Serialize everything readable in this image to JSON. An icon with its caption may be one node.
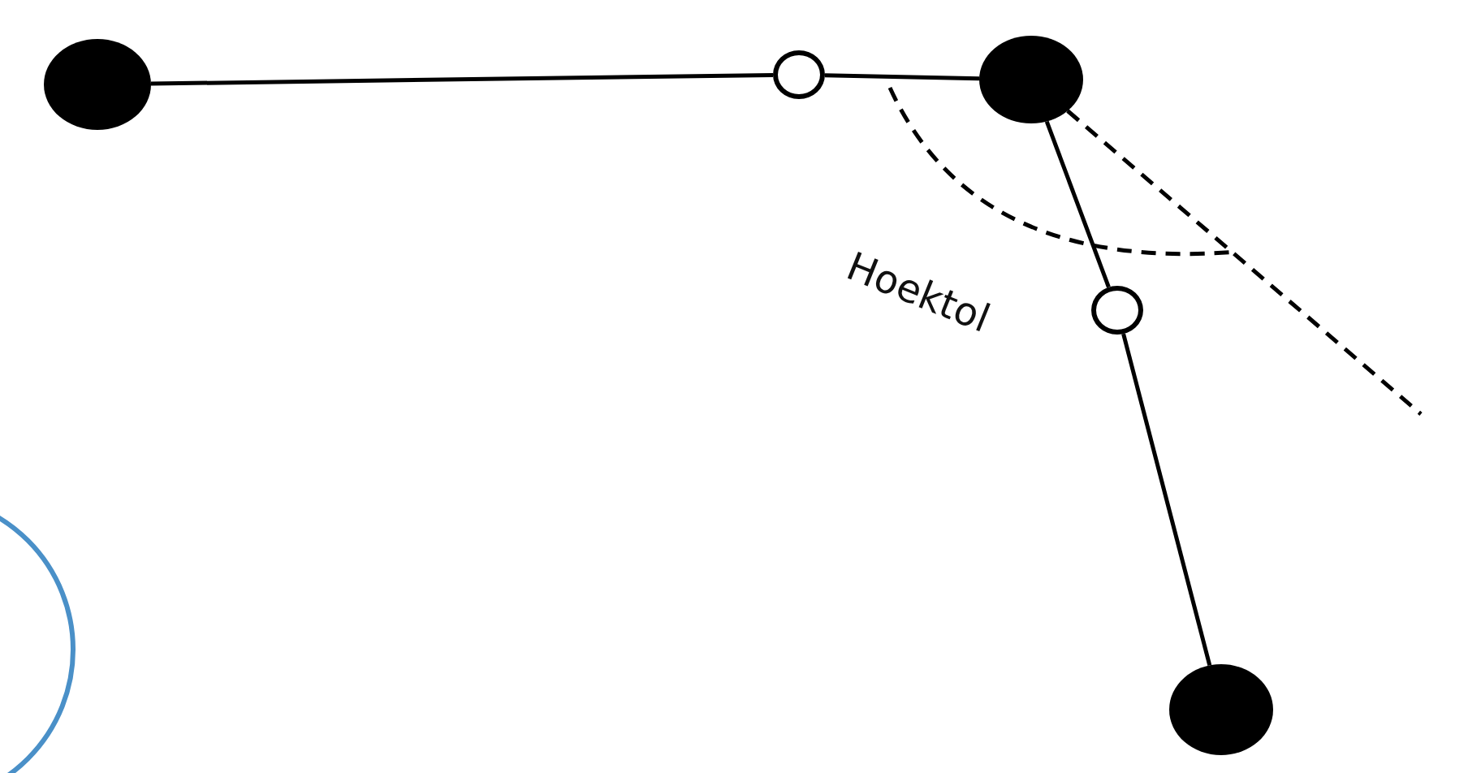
{
  "diagram": {
    "nodes": [
      {
        "text": [],
        "shape": "circle"
      },
      {
        "text": [],
        "shape": "circle"
      },
      {
        "text": [],
        "shape": "circle"
      },
      {
        "text": [],
        "shape": "circle"
      },
      {
        "text": [],
        "shape": "circle"
      },
      {
        "text": [],
        "shape": "circle"
      }
    ],
    "edges": [
      {
        "from": 0,
        "to": 1,
        "arrow": "none"
      },
      {
        "from": 1,
        "to": 2,
        "arrow": "none"
      },
      {
        "from": 2,
        "to": 3,
        "arrow": "none"
      },
      {
        "from": 3,
        "to": 5,
        "arrow": "none"
      },
      {
        "from": 2,
        "to": null,
        "arrow": "none",
        "style": "dashed"
      }
    ],
    "labels": [
      "Hoektol"
    ]
  }
}
